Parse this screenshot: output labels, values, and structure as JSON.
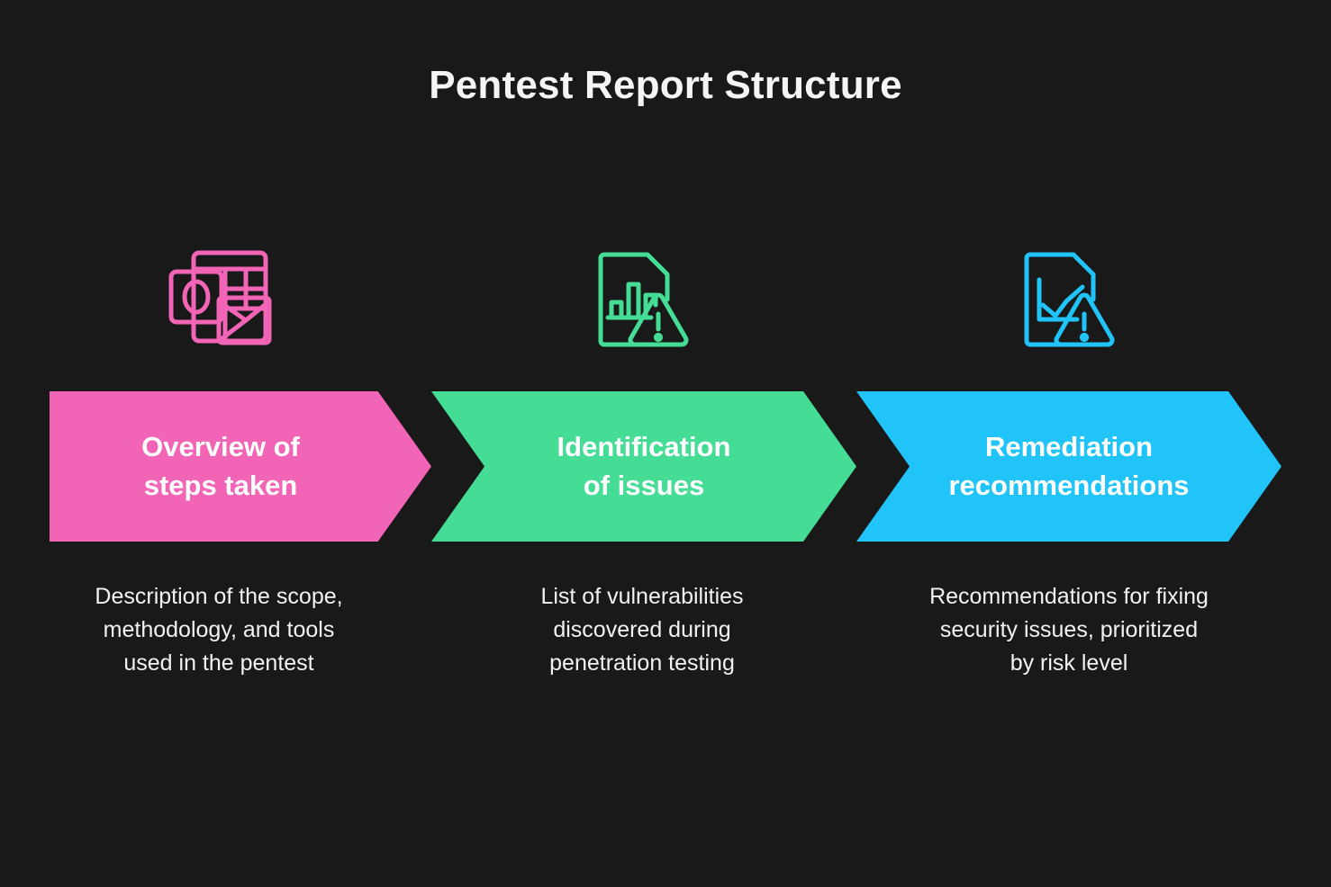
{
  "page": {
    "title": "Pentest Report Structure",
    "background_color": "#191919",
    "title_color": "#f5f5f5"
  },
  "steps": [
    {
      "icon_name": "report-table-envelope-icon",
      "color": "#f265b6",
      "label": "Overview of\nsteps taken",
      "description": "Description of the scope,\nmethodology, and tools\nused in the pentest"
    },
    {
      "icon_name": "document-bar-chart-warning-icon",
      "color": "#45dd95",
      "label": "Identification\nof issues",
      "description": "List of vulnerabilities\ndiscovered during\npenetration testing"
    },
    {
      "icon_name": "document-line-chart-warning-icon",
      "color": "#20c4f9",
      "label": "Remediation\nrecommendations",
      "description": "Recommendations for fixing\nsecurity issues, prioritized\nby risk level"
    }
  ]
}
